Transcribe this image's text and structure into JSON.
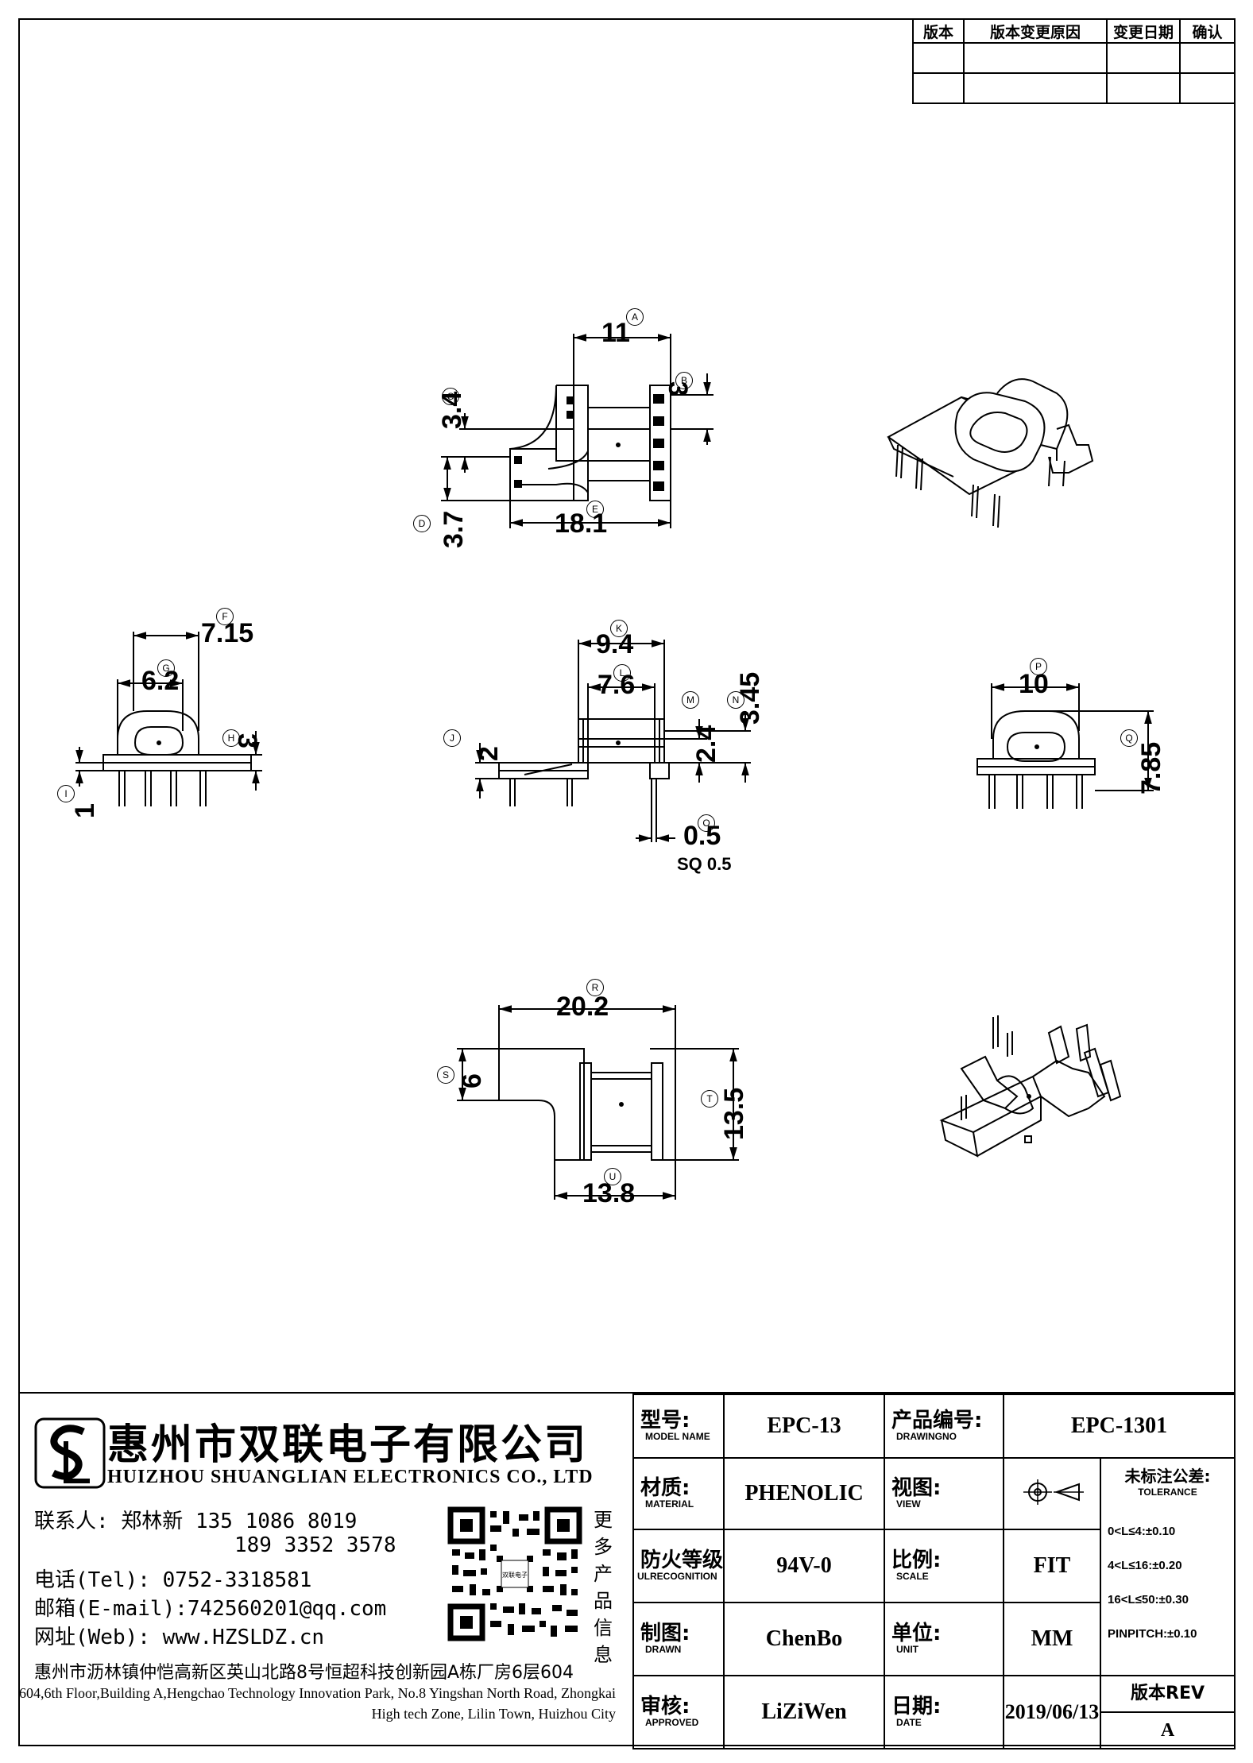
{
  "revision_table": {
    "headers": [
      "版本",
      "版本变更原因",
      "变更日期",
      "确认"
    ]
  },
  "dimensions": {
    "A": "11",
    "B": "3",
    "C": "3.4",
    "D": "3.7",
    "E": "18.1",
    "F": "7.15",
    "G": "6.2",
    "H": "3",
    "I": "1",
    "K": "9.4",
    "L": "7.6",
    "J": "2",
    "M": "2.4",
    "N": "3.45",
    "O": "0.5",
    "sq": "SQ 0.5",
    "P": "10",
    "Q": "7.85",
    "R": "20.2",
    "S": "6",
    "T": "13.5",
    "U": "13.8"
  },
  "circle_letters": {
    "A": "A",
    "B": "B",
    "C": "C",
    "D": "D",
    "E": "E",
    "F": "F",
    "G": "G",
    "H": "H",
    "I": "I",
    "J": "J",
    "K": "K",
    "L": "L",
    "M": "M",
    "N": "N",
    "O": "O",
    "P": "P",
    "Q": "Q",
    "R": "R",
    "S": "S",
    "T": "T",
    "U": "U"
  },
  "company": {
    "name_cn": "惠州市双联电子有限公司",
    "name_en": "HUIZHOU SHUANGLIAN ELECTRONICS CO., LTD",
    "contact_person": "联系人: 郑林新 135 1086 8019",
    "contact_phone2": "189 3352 3578",
    "tel": "电话(Tel): 0752-3318581",
    "email": "邮箱(E-mail):742560201@qq.com",
    "web": "网址(Web): www.HZSLDZ.cn",
    "qr_caption": "更多产品信息",
    "qr_center": "双联电子",
    "address_cn": "惠州市沥林镇仲恺高新区英山北路8号恒超科技创新园A栋厂房6层604",
    "address_en": "604,6th Floor,Building A,Hengchao Technology Innovation Park, No.8 Yingshan North Road, Zhongkai High tech Zone, Lilin Town, Huizhou City"
  },
  "title_block": {
    "model_label": "型号:",
    "model_label_en": "MODEL NAME",
    "model_value": "EPC-13",
    "drawing_label": "产品编号:",
    "drawing_label_en": "DRAWINGNO",
    "drawing_value": "EPC-1301",
    "material_label": "材质:",
    "material_label_en": "MATERIAL",
    "material_value": "PHENOLIC",
    "view_label": "视图:",
    "view_label_en": "VIEW",
    "flame_label": "防火等级",
    "flame_label_en": "ULRECOGNITION",
    "flame_value": "94V-0",
    "scale_label": "比例:",
    "scale_label_en": "SCALE",
    "scale_value": "FIT",
    "drawn_label": "制图:",
    "drawn_label_en": "DRAWN",
    "drawn_value": "ChenBo",
    "unit_label": "单位:",
    "unit_label_en": "UNIT",
    "unit_value": "MM",
    "approved_label": "审核:",
    "approved_label_en": "APPROVED",
    "approved_value": "LiZiWen",
    "date_label": "日期:",
    "date_label_en": "DATE",
    "date_value": "2019/06/13",
    "rev_label": "版本REV",
    "rev_value": "A",
    "tolerance_title": "未标注公差:",
    "tolerance_en": "TOLERANCE",
    "tolerances": [
      "0<L≤4:±0.10",
      "4<L≤16:±0.20",
      "16<L≤50:±0.30",
      "PINPITCH:±0.10"
    ]
  }
}
